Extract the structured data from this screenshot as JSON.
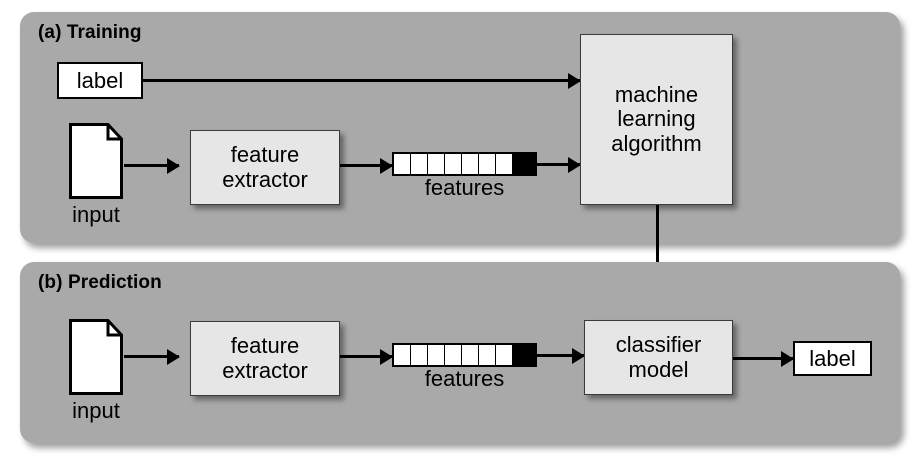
{
  "figure": {
    "panels": [
      {
        "id": "training",
        "title": "(a) Training",
        "nodes": {
          "label_box": "label",
          "input_icon_label": "input",
          "feature_extractor": "feature\nextractor",
          "feature_extractor_line1": "feature",
          "feature_extractor_line2": "extractor",
          "features_label": "features",
          "features_cells": 7,
          "algorithm_line1": "machine",
          "algorithm_line2": "learning",
          "algorithm_line3": "algorithm"
        }
      },
      {
        "id": "prediction",
        "title": "(b) Prediction",
        "nodes": {
          "input_icon_label": "input",
          "feature_extractor_line1": "feature",
          "feature_extractor_line2": "extractor",
          "features_label": "features",
          "features_cells": 7,
          "classifier_line1": "classifier",
          "classifier_line2": "model",
          "label_box": "label"
        }
      }
    ],
    "icons": {
      "document": "document-icon",
      "arrow_right": "arrow-right-icon",
      "arrow_down": "arrow-down-icon"
    },
    "colors": {
      "page_background": "#ffffff",
      "panel_background": "#a9a9a9",
      "process_box_fill": "#e6e6e6",
      "process_box_border": "#3a3a3a",
      "label_box_fill": "#ffffff",
      "stroke": "#000000"
    }
  }
}
